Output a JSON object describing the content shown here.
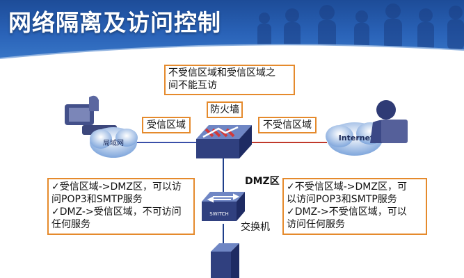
{
  "header": {
    "title": "网络隔离及访问控制"
  },
  "diagram": {
    "top_note": [
      "不受信区域和受信区域之",
      "间不能互访"
    ],
    "firewall_label": "防火墙",
    "trusted_zone_label": "受信区域",
    "untrusted_zone_label": "不受信区域",
    "lan_cloud_label": "局域网",
    "internet_cloud_label": "Internet",
    "dmz_label": "DMZ区",
    "switch_label": "交换机",
    "switch_device_text": "SWITCH",
    "left_box": [
      "✓受信区域->DMZ区，可以访",
      "问POP3和SMTP服务",
      "✓DMZ->受信区域，不可访问",
      "任何服务"
    ],
    "right_box": [
      "✓不受信区域->DMZ区，可",
      "以访问POP3和SMTP服务",
      "✓DMZ->不受信区域，可以",
      "访问任何服务"
    ]
  },
  "colors": {
    "banner": "#2a63b8",
    "box_border": "#e58a2c",
    "trusted_link": "#3a4fa8",
    "untrusted_link": "#c0392b",
    "dmz_link": "#1f3f8a"
  }
}
